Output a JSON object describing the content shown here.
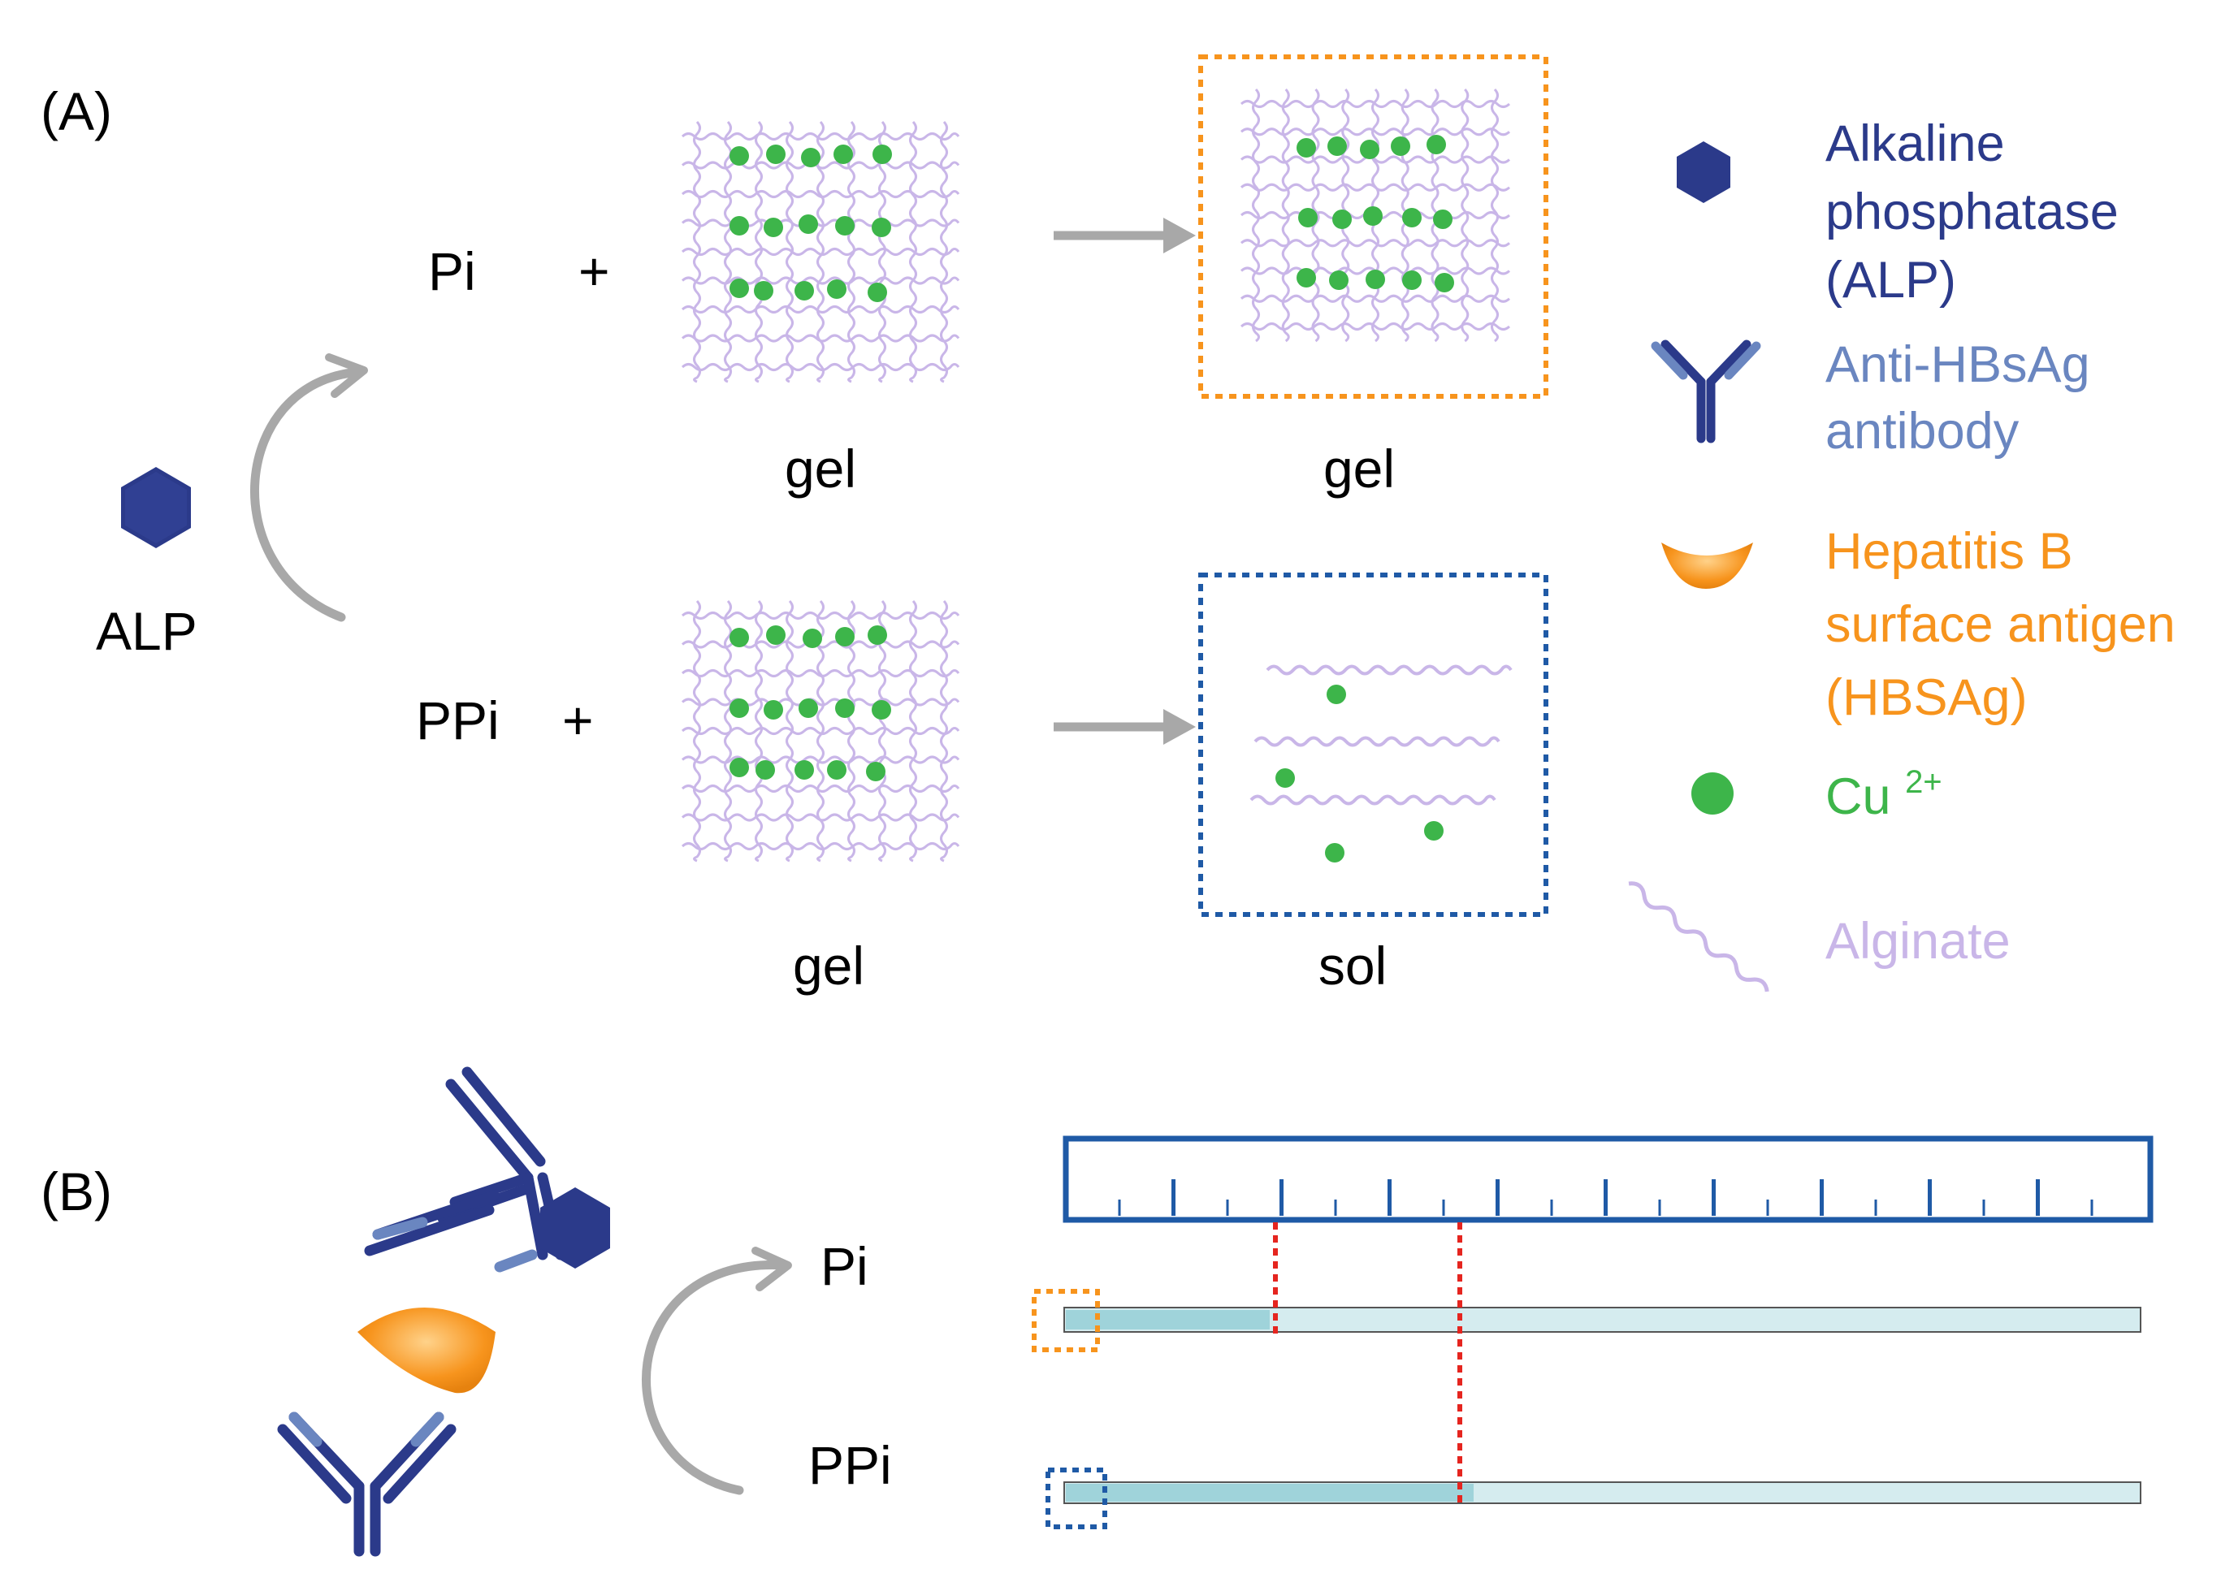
{
  "panel_a": {
    "label": "(A)",
    "enzyme_label": "ALP",
    "row1": {
      "substrate": "Pi",
      "plus": "+",
      "start_state": "gel",
      "end_state": "gel"
    },
    "row2": {
      "substrate": "PPi",
      "plus": "+",
      "start_state": "gel",
      "end_state": "sol"
    }
  },
  "legend": {
    "alp": [
      "Alkaline",
      "phosphatase",
      "(ALP)"
    ],
    "antibody": [
      "Anti-HBsAg",
      "antibody"
    ],
    "antigen": [
      "Hepatitis B",
      "surface antigen",
      "(HBSAg)"
    ],
    "cu_base": "Cu",
    "cu_sup": "2+",
    "alginate": "Alginate"
  },
  "panel_b": {
    "label": "(B)",
    "pi_label": "Pi",
    "ppi_label": "PPi",
    "pi_fill_fraction": 0.19,
    "ppi_fill_fraction": 0.38
  },
  "colors": {
    "alp_blue": "#2b3a8a",
    "antibody_blue": "#6a86c0",
    "antigen_orange": "#f7941d",
    "cu_green": "#3db54a",
    "alginate_lilac": "#c9b6e8",
    "arrow_gray": "#a8a8a8",
    "orange_dotted": "#f7941d",
    "blue_dotted": "#1f5aa6",
    "ruler_blue": "#1f5aa6",
    "red_dotted": "#e5251f",
    "tube_light": "#d5ecef",
    "tube_fill": "#9fd3da"
  },
  "icons": [
    "hexagon-enzyme-icon",
    "y-antibody-icon",
    "crescent-antigen-icon",
    "copper-dot-icon",
    "wavy-strand-icon",
    "curved-arrow-icon",
    "right-arrow-icon"
  ]
}
